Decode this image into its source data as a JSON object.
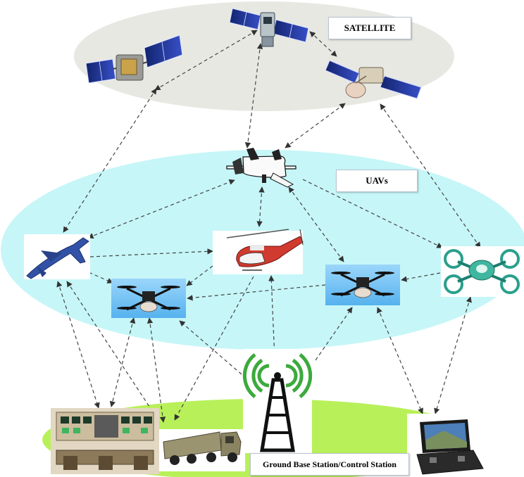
{
  "labels": {
    "satellite": "SATELLITE",
    "uavs": "UAVs",
    "ground": "Ground Base Station/Control Station"
  },
  "colors": {
    "satellite_zone": "#e8e8e3",
    "uav_zone": "#c5f6f8",
    "ground_zone": "#b8f05a",
    "tower_signal": "#3caa3c",
    "drone_panel": "#5eb9f2",
    "link_line": "#444444"
  },
  "nodes": [
    {
      "id": "satellite-left",
      "kind": "satellite"
    },
    {
      "id": "satellite-top",
      "kind": "satellite"
    },
    {
      "id": "satellite-right",
      "kind": "satellite"
    },
    {
      "id": "uav-predator",
      "kind": "fixed-wing-uav"
    },
    {
      "id": "uav-jet",
      "kind": "jet"
    },
    {
      "id": "uav-helicopter",
      "kind": "helicopter"
    },
    {
      "id": "uav-quad-left",
      "kind": "quadcopter"
    },
    {
      "id": "uav-quad-center",
      "kind": "quadcopter"
    },
    {
      "id": "uav-quad-right",
      "kind": "quadcopter"
    },
    {
      "id": "control-room",
      "kind": "ground-station"
    },
    {
      "id": "military-truck",
      "kind": "ground-vehicle"
    },
    {
      "id": "radio-tower",
      "kind": "ground-station"
    },
    {
      "id": "laptop-controller",
      "kind": "ground-station"
    }
  ]
}
